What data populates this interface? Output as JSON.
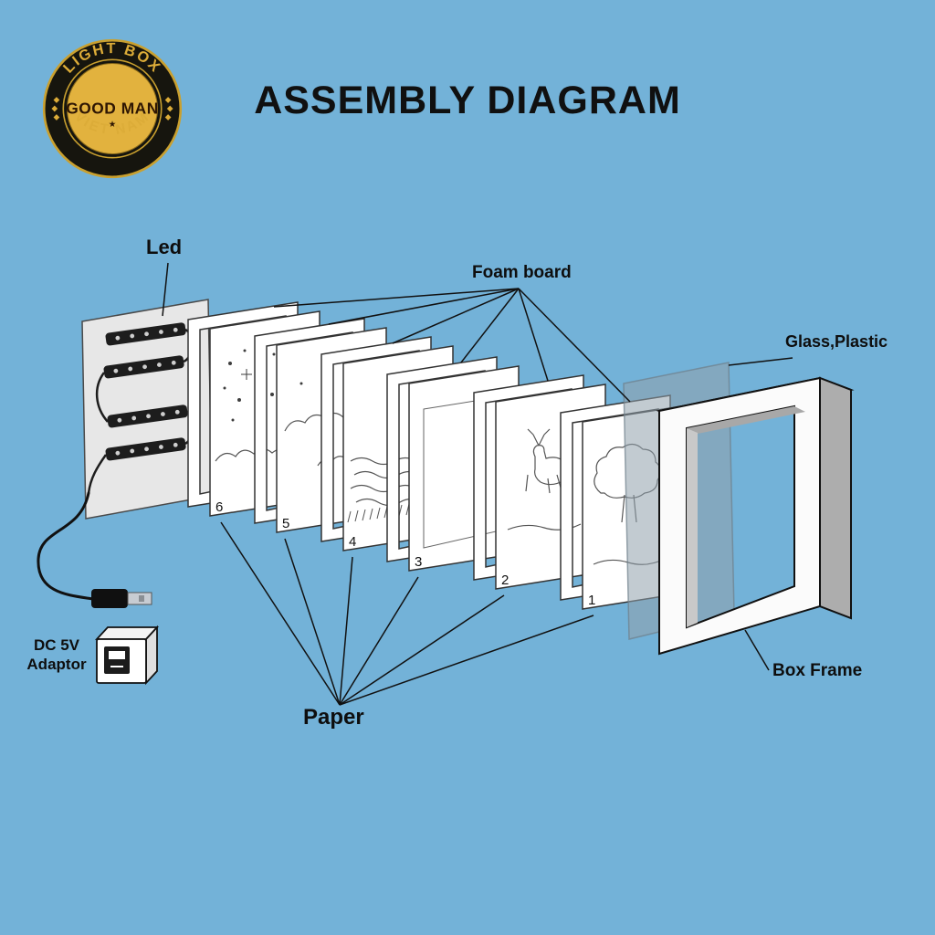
{
  "title": "ASSEMBLY DIAGRAM",
  "logo": {
    "arc_top": "LIGHT BOX",
    "name": "GOOD MAN",
    "arc_bottom": "VIET NAM",
    "star_bottom": "★"
  },
  "labels": {
    "led": "Led",
    "foam_board": "Foam board",
    "glass_plastic": "Glass,Plastic",
    "box_frame": "Box Frame",
    "paper": "Paper",
    "adaptor_line1": "DC 5V",
    "adaptor_line2": "Adaptor"
  },
  "layers": {
    "numbers": [
      "6",
      "5",
      "4",
      "3",
      "2",
      "1"
    ]
  },
  "colors": {
    "background": "#73B2D8",
    "ink": "#111111",
    "panel": "#E7E7E7",
    "sheet": "#FFFFFF",
    "glass": "#8FA0AB",
    "frame_side": "#ADADAD",
    "logo_gold": "#E2B23E",
    "logo_dark": "#16150E"
  }
}
